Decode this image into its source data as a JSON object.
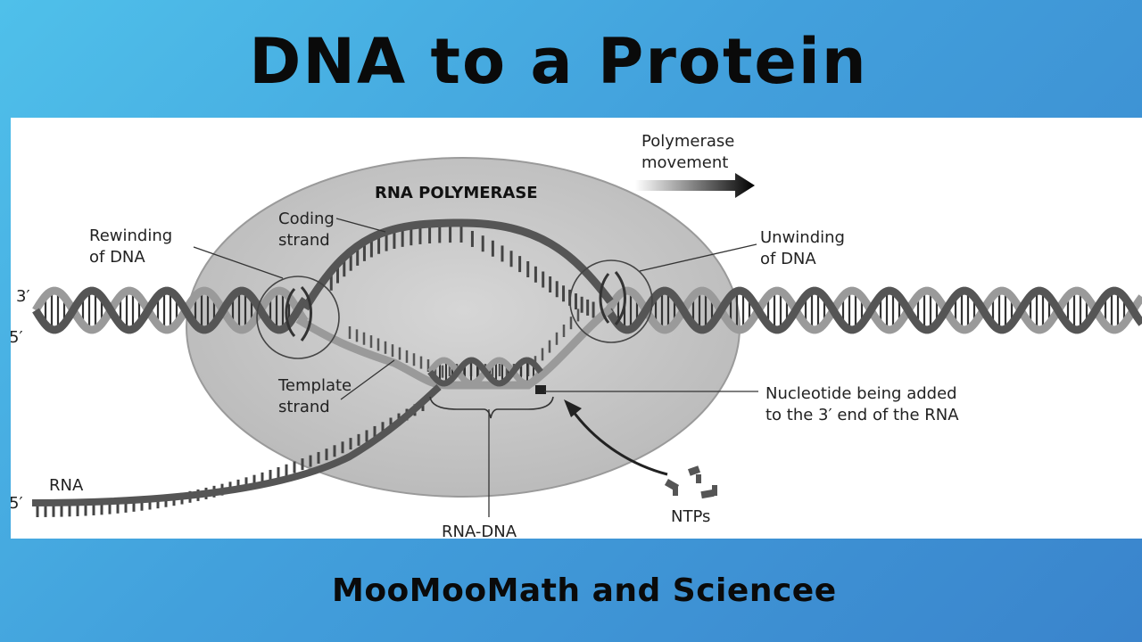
{
  "title": "DNA to a Protein",
  "footer": "MooMooMath and Sciencee",
  "diagram": {
    "enzyme_label": "RNA POLYMERASE",
    "movement_label": [
      "Polymerase",
      "movement"
    ],
    "coding_strand": [
      "Coding",
      "strand"
    ],
    "rewinding": [
      "Rewinding",
      "of DNA"
    ],
    "unwinding": [
      "Unwinding",
      "of DNA"
    ],
    "template_strand": [
      "Template",
      "strand"
    ],
    "nucleotide": [
      "Nucleotide being added",
      "to the 3′ end of the RNA"
    ],
    "rna_dna": "RNA-DNA",
    "ntps": "NTPs",
    "rna": "RNA",
    "end_3": "3′",
    "end_5_top": "5′",
    "end_5_rna": "5′"
  },
  "colors": {
    "background_top": "#4fc0ea",
    "background_bottom": "#3a84cc",
    "polymerase": "#c8c8c8",
    "strand_dark": "#555555",
    "strand_light": "#9a9a9a"
  }
}
